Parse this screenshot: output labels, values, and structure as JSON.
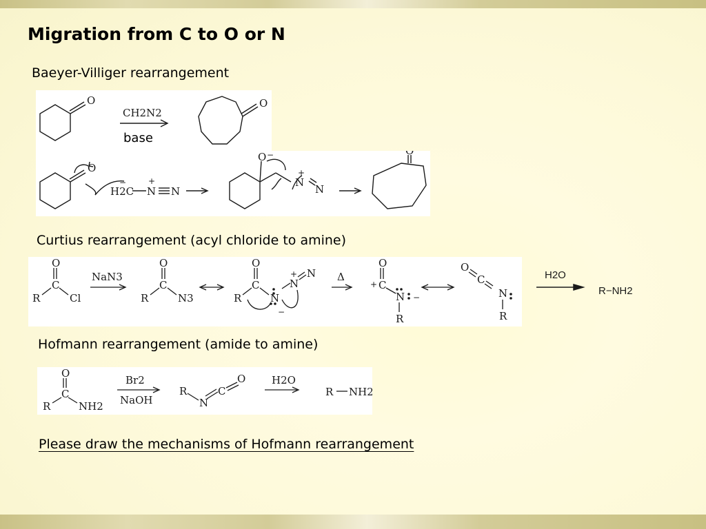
{
  "title": "Migration from C to O or N",
  "sections": {
    "baeyer_villiger": {
      "heading": "Baeyer-Villiger rearrangement",
      "reagent_top": "CH2N2",
      "reagent_bottom": "base",
      "carbonyl_o": "O",
      "alkoxide_o": "O",
      "alkoxide_charge": "−",
      "diazo_left": "H2C",
      "diazo_n_plus": "N",
      "diazo_n_end": "N",
      "plus": "+",
      "minus": "−",
      "product_o": "O",
      "product_o2": "O"
    },
    "curtius": {
      "heading": "Curtius rearrangement (acyl chloride to amine)",
      "reagent": "NaN3",
      "heat": "Δ",
      "water": "H2O",
      "product": "R−NH2",
      "o": "O",
      "c": "C",
      "r": "R",
      "cl": "Cl",
      "n3": "N3",
      "n": "N",
      "plus": "+",
      "minus": "−"
    },
    "hofmann": {
      "heading": "Hofmann rearrangement (amide to amine)",
      "reagent_top": "Br2",
      "reagent_bottom": "NaOH",
      "reagent_water": "H2O",
      "o": "O",
      "c": "C",
      "r": "R",
      "nh2": "NH2",
      "n": "N",
      "isocyanate_c": "C",
      "product": "R−NH2"
    }
  },
  "footer_prompt": "Please draw the mechanisms of Hofmann rearrangement"
}
